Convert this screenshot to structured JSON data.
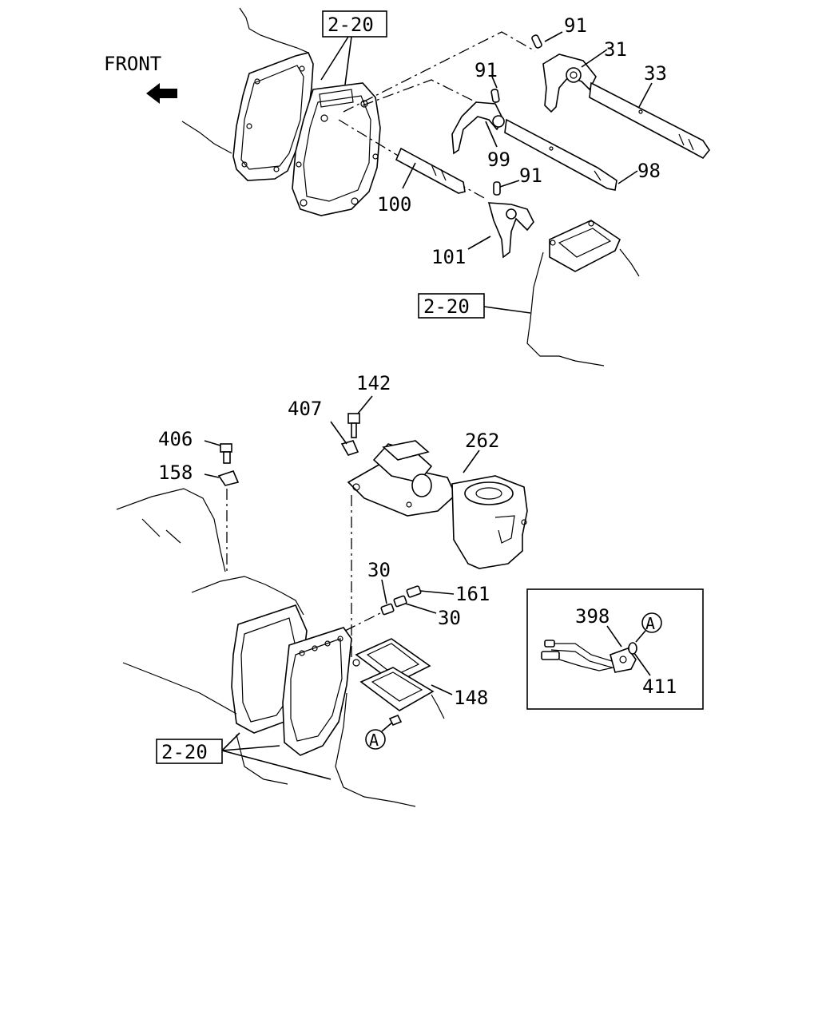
{
  "front_label": "FRONT",
  "ref_label": "2-20",
  "callouts": {
    "c91a": "91",
    "c31": "31",
    "c33": "33",
    "c91b": "91",
    "c99": "99",
    "c91c": "91",
    "c98": "98",
    "c100": "100",
    "c101": "101",
    "c142": "142",
    "c407": "407",
    "c406": "406",
    "c262": "262",
    "c158": "158",
    "c30a": "30",
    "c161": "161",
    "c30b": "30",
    "c148": "148",
    "c398": "398",
    "c411": "411"
  },
  "connector_mark": "A",
  "icons": [
    "front-arrow-icon",
    "connector-a-icon"
  ]
}
